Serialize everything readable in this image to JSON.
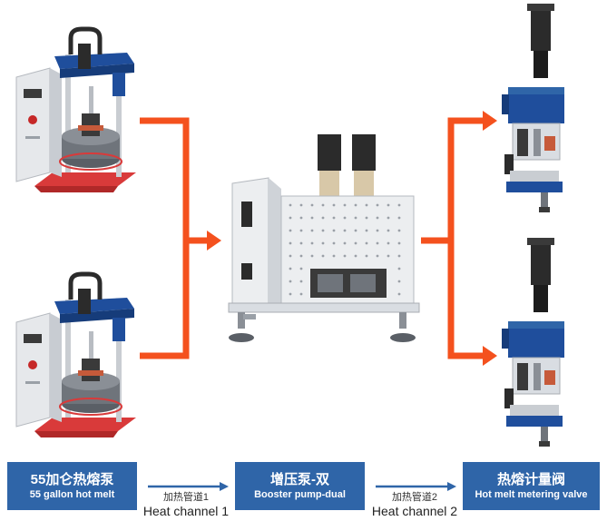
{
  "colors": {
    "flow_arrow": "#f4511e",
    "box_fill": "#2f65a8",
    "box_text": "#ffffff",
    "channel_arrow": "#2f65a8",
    "machine_blue": "#1f4e9c",
    "machine_red": "#d93a3a",
    "machine_gray": "#d9dde2",
    "machine_dark": "#2b2b2b"
  },
  "steps": [
    {
      "title_zh": "55加仑热熔泵",
      "title_en": "55 gallon hot melt"
    },
    {
      "title_zh": "增压泵-双",
      "title_en": "Booster pump-dual"
    },
    {
      "title_zh": "热熔计量阀",
      "title_en": "Hot melt metering valve"
    }
  ],
  "channels": [
    {
      "label_zh": "加热管道1",
      "label_en": "Heat channel 1"
    },
    {
      "label_zh": "加热管道2",
      "label_en": "Heat channel 2"
    }
  ],
  "images": [
    {
      "icon": "hot-melt-pump-machine-icon"
    },
    {
      "icon": "hot-melt-pump-machine-icon"
    },
    {
      "icon": "booster-pump-machine-icon"
    },
    {
      "icon": "metering-valve-icon"
    },
    {
      "icon": "metering-valve-icon"
    }
  ]
}
